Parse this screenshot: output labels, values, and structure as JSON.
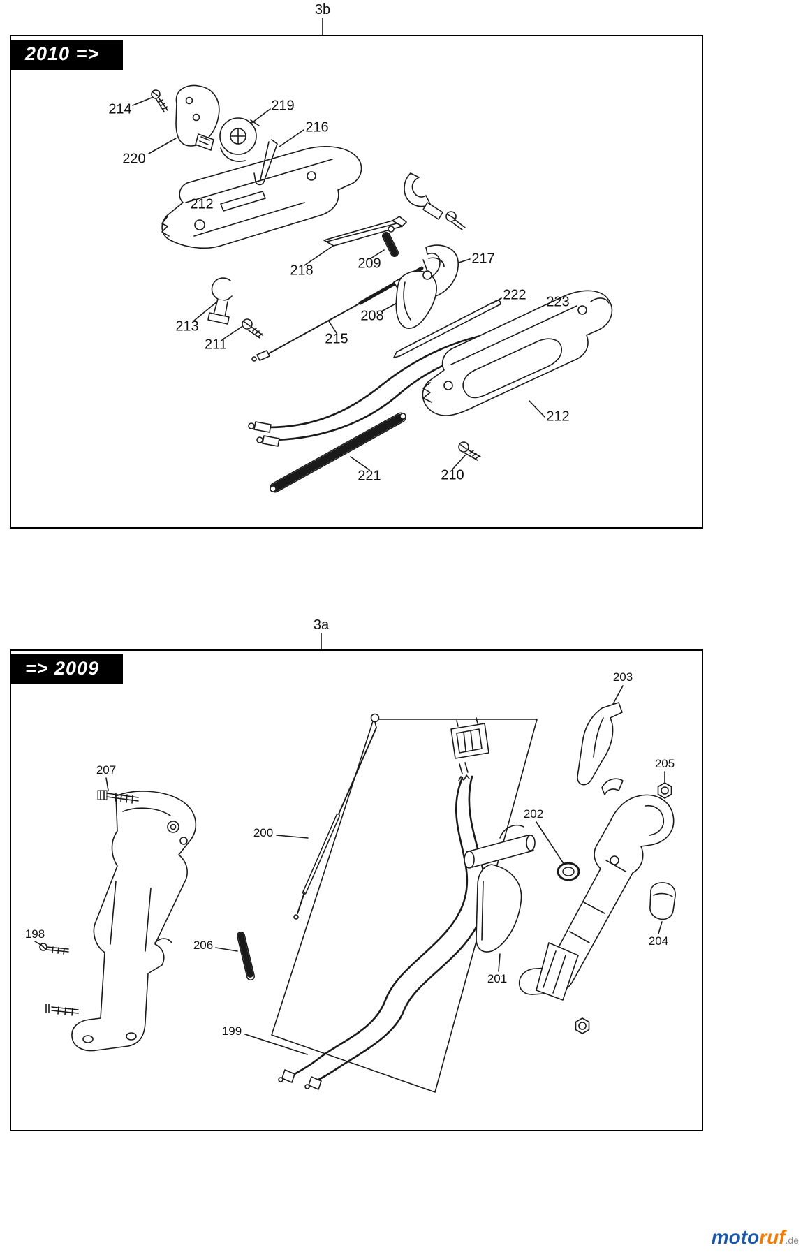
{
  "panel_3b": {
    "tab_label": "3b",
    "year_badge": "2010 =>",
    "callouts": [
      {
        "number": "214"
      },
      {
        "number": "219"
      },
      {
        "number": "216"
      },
      {
        "number": "220"
      },
      {
        "number": "212"
      },
      {
        "number": "218"
      },
      {
        "number": "209"
      },
      {
        "number": "217"
      },
      {
        "number": "222"
      },
      {
        "number": "223"
      },
      {
        "number": "208"
      },
      {
        "number": "213"
      },
      {
        "number": "211"
      },
      {
        "number": "215"
      },
      {
        "number": "212"
      },
      {
        "number": "221"
      },
      {
        "number": "210"
      }
    ]
  },
  "panel_3a": {
    "tab_label": "3a",
    "year_badge": "=> 2009",
    "callouts": [
      {
        "number": "207"
      },
      {
        "number": "203"
      },
      {
        "number": "205"
      },
      {
        "number": "202"
      },
      {
        "number": "200"
      },
      {
        "number": "206"
      },
      {
        "number": "198"
      },
      {
        "number": "201"
      },
      {
        "number": "204"
      },
      {
        "number": "199"
      }
    ]
  },
  "logo": {
    "word_blue": "moto",
    "word_orange": "ruf",
    "tld": ".de"
  },
  "colors": {
    "logo_blue": "#1c57a5",
    "logo_orange": "#ef7c00",
    "badge_bg": "#000000",
    "line": "#1a1a1a"
  }
}
